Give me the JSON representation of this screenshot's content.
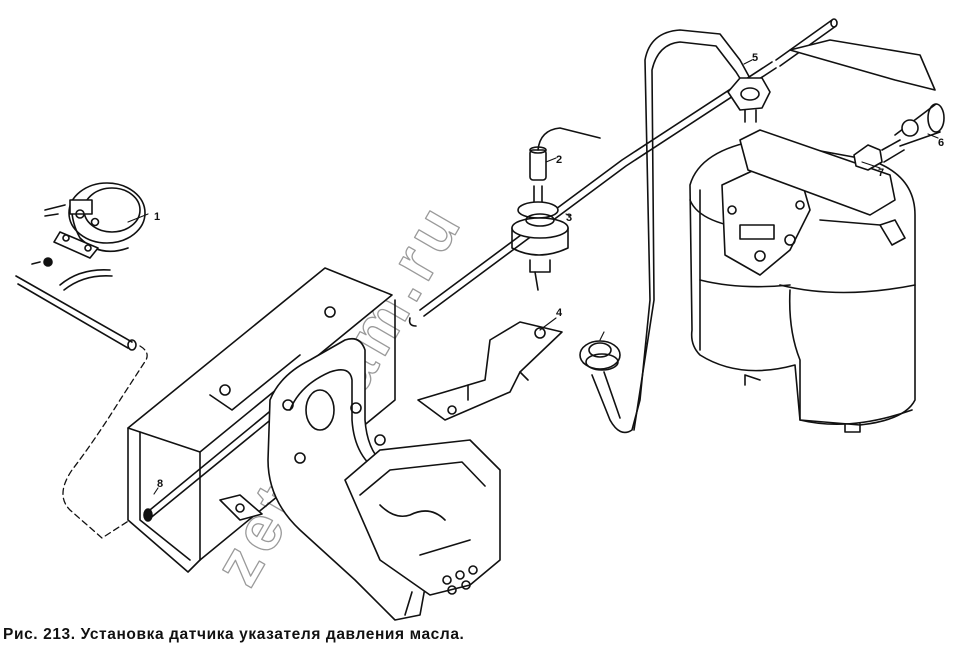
{
  "caption": "Рис. 213. Установка датчика указателя давления масла.",
  "watermark": "zetorkam.ru",
  "callouts": {
    "c1": "1",
    "c2": "2",
    "c3": "3",
    "c4": "4",
    "c5": "5",
    "c6": "6",
    "c7": "7",
    "c8": "8"
  }
}
